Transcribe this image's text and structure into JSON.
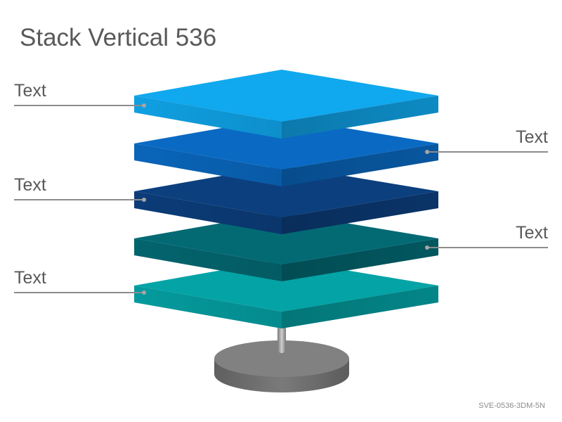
{
  "title": "Stack Vertical 536",
  "footer": "SVE-0536-3DM-5N",
  "colors": {
    "layer1": "#10a8ee",
    "layer2": "#0a6ac3",
    "layer3": "#0c3f7e",
    "layer4": "#036a74",
    "layer5": "#04a3a6",
    "base": "#7f7f7f",
    "leader_line": "#8c8c8c",
    "text": "#595959"
  },
  "labels": [
    {
      "text": "Text",
      "side": "left",
      "layer": 1
    },
    {
      "text": "Text",
      "side": "right",
      "layer": 2
    },
    {
      "text": "Text",
      "side": "left",
      "layer": 3
    },
    {
      "text": "Text",
      "side": "right",
      "layer": 4
    },
    {
      "text": "Text",
      "side": "left",
      "layer": 5
    }
  ]
}
